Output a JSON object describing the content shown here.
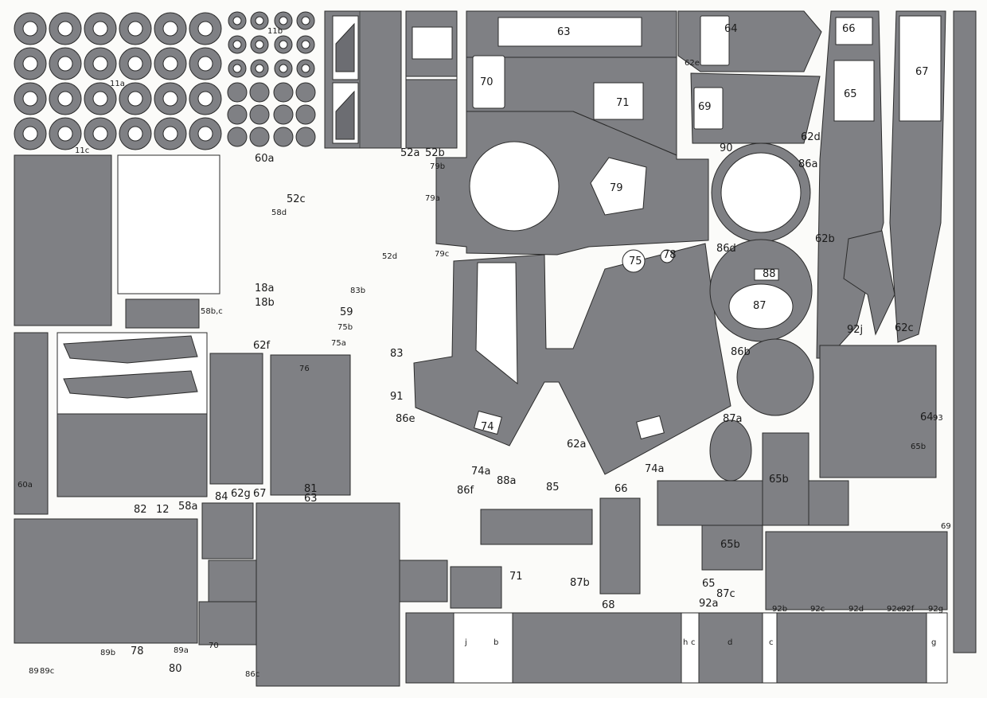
{
  "colors": {
    "part": "#7f8084",
    "part_dark": "#6c6d72",
    "paper": "#fbfbf9",
    "line": "#2b2b2b"
  },
  "labels": {
    "l63": "63",
    "l64": "64",
    "l66": "66",
    "l67": "67",
    "l65": "65",
    "l70": "70",
    "l71": "71",
    "l69": "69",
    "l62e": "62e",
    "l62d": "62d",
    "l52a": "52a",
    "l52b": "52b",
    "l60a": "60a",
    "l52c": "52c",
    "l58d": "58d",
    "l79a": "79a",
    "l52d": "52d",
    "l79c": "79c",
    "l79b": "79b",
    "l79": "79",
    "l90": "90",
    "l86a": "86a",
    "l62b": "62b",
    "l86d": "86d",
    "l75": "75",
    "l78": "78",
    "l88": "88",
    "l87": "87",
    "l92j": "92j",
    "l62c": "62c",
    "l11a": "11a",
    "l11b": "11b",
    "l11c": "11c",
    "l18a": "18a",
    "l18b": "18b",
    "l59": "59",
    "l58b": "58b,c",
    "l83b": "83b",
    "l75b": "75b",
    "l75a": "75a",
    "l76": "76",
    "l83": "83",
    "l62f": "62f",
    "l91": "91",
    "l86e": "86e",
    "l74a": "74a",
    "l74": "74",
    "l62a": "62a",
    "l74b": "74a",
    "l86b": "86b",
    "l87a": "87a",
    "l65b": "65b",
    "l64b": "64",
    "l93": "93",
    "l65c": "65b",
    "l65d": "65b",
    "l58a": "58a",
    "l82": "82",
    "l12": "12",
    "l84": "84",
    "l62g": "62g",
    "l67b": "67",
    "l81": "81",
    "l63b": "63",
    "l86f": "86f",
    "l88a": "88a",
    "l85": "85",
    "l66b": "66",
    "l71a": "71",
    "l87b": "87b",
    "l68": "68",
    "l65e": "65",
    "l87c": "87c",
    "l92a": "92a",
    "l69b": "69",
    "l60": "60a",
    "l89": "89",
    "l89c": "89c",
    "l89b": "89b",
    "l78b": "78",
    "l89a": "89a",
    "l80": "80",
    "l70a": "70",
    "l86c": "86c",
    "l92b": "92b",
    "l92c": "92c",
    "l92d": "92d",
    "l92e": "92e",
    "l92f": "92f",
    "l92g": "92g",
    "sj": "j",
    "sb": "b",
    "sc": "c",
    "sd": "d",
    "sc2": "c",
    "sg": "g",
    "sh": "h"
  }
}
